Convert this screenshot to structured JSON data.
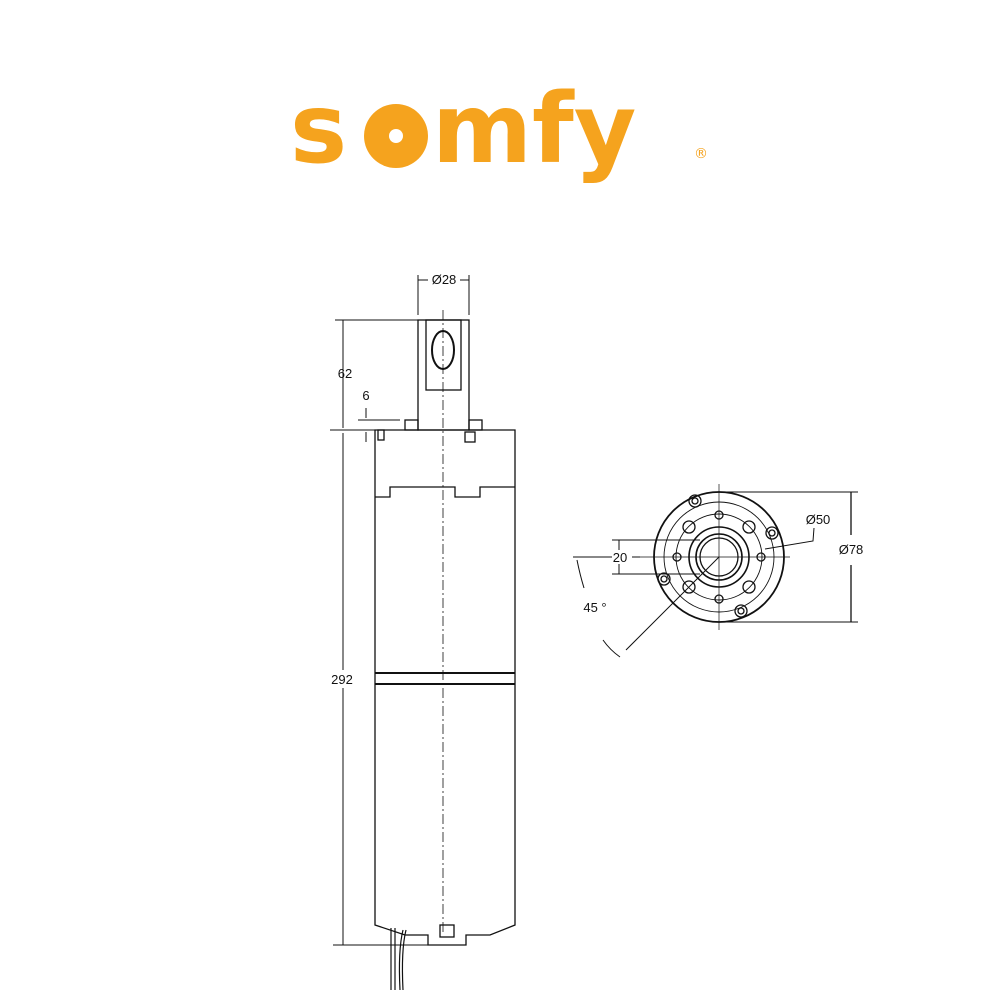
{
  "logo": {
    "text": "somfy",
    "trademark": "®",
    "color": "#F5A31E"
  },
  "side_view": {
    "dimensions": {
      "shaft_diameter": "Ø28",
      "shaft_height": "62",
      "flange_offset": "6",
      "body_length": "292"
    }
  },
  "end_view": {
    "dimensions": {
      "bolt_circle": "Ø50",
      "outer_diameter": "Ø78",
      "offset": "20",
      "angle": "45 °"
    }
  }
}
